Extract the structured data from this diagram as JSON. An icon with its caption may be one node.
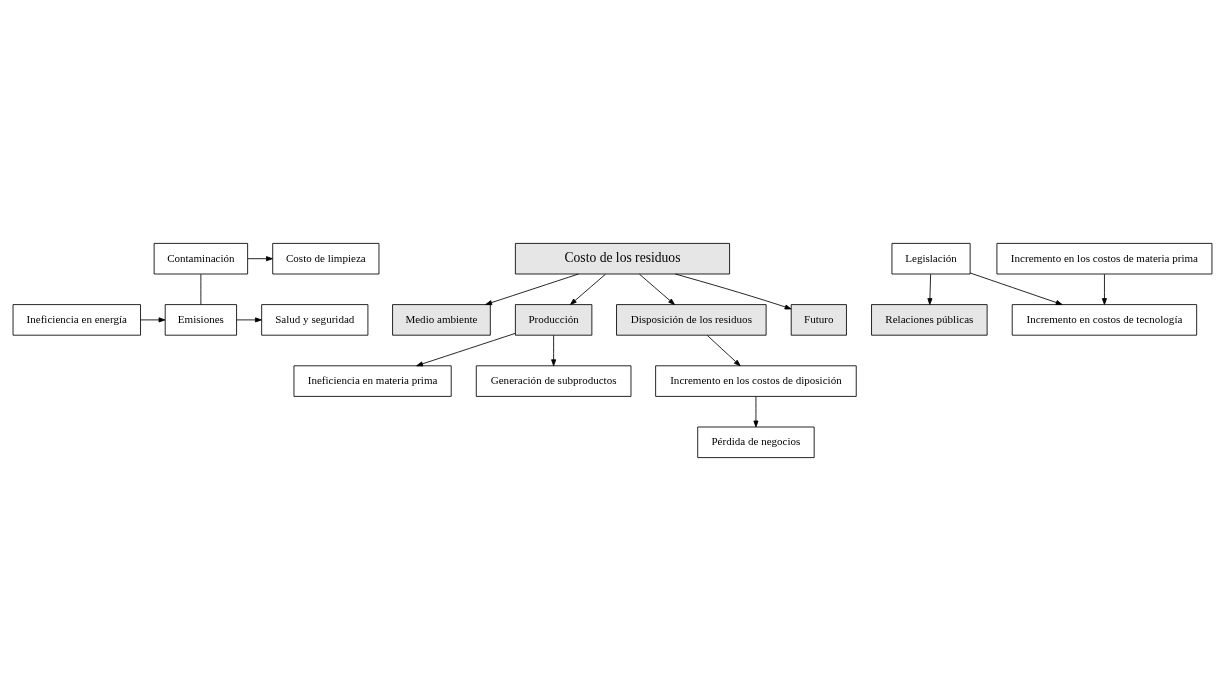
{
  "diagram": {
    "nodes": [
      {
        "text": [
          "Contaminación"
        ]
      },
      {
        "text": [
          "Costo de limpieza"
        ]
      },
      {
        "text": [
          "Ineficiencia en energía"
        ]
      },
      {
        "text": [
          "Emisiones"
        ]
      },
      {
        "text": [
          "Salud y seguridad"
        ]
      },
      {
        "text": [
          "Ineficiencia en materia prima"
        ]
      },
      {
        "text": [
          "Medio ambiente"
        ]
      },
      {
        "text": [
          "Producción"
        ]
      },
      {
        "text": [
          "Relaciones públicas"
        ]
      },
      {
        "text": [
          "Generación de subproductos"
        ]
      },
      {
        "text": [
          "Costo de los residuos"
        ]
      },
      {
        "text": [
          "Legislación"
        ]
      },
      {
        "text": [
          "Disposición de los residuos"
        ]
      },
      {
        "text": [
          "Futuro"
        ]
      },
      {
        "text": [
          "Incremento en costos de tecnología"
        ]
      },
      {
        "text": [
          "Incremento en los costos de diposición"
        ]
      },
      {
        "text": [
          "Incremento en los costos de materia prima"
        ]
      },
      {
        "text": [
          "Pérdida de negocios"
        ]
      }
    ],
    "edges": [
      {
        "from": 0,
        "to": 1,
        "arrow": "to"
      },
      {
        "from": 0,
        "to": 3,
        "arrow": "none"
      },
      {
        "from": 2,
        "to": 3,
        "arrow": "to"
      },
      {
        "from": 3,
        "to": 4,
        "arrow": "to"
      },
      {
        "from": 10,
        "to": 6,
        "arrow": "to"
      },
      {
        "from": 10,
        "to": 7,
        "arrow": "to"
      },
      {
        "from": 7,
        "to": 5,
        "arrow": "to"
      },
      {
        "from": 7,
        "to": 9,
        "arrow": "to"
      },
      {
        "from": 10,
        "to": 12,
        "arrow": "to"
      },
      {
        "from": 10,
        "to": 13,
        "arrow": "to"
      },
      {
        "from": 11,
        "to": 8,
        "arrow": "to"
      },
      {
        "from": 11,
        "to": 14,
        "arrow": "to"
      },
      {
        "from": 16,
        "to": 14,
        "arrow": "to"
      },
      {
        "from": 12,
        "to": 15,
        "arrow": "to"
      },
      {
        "from": 15,
        "to": 17,
        "arrow": "to"
      }
    ]
  }
}
